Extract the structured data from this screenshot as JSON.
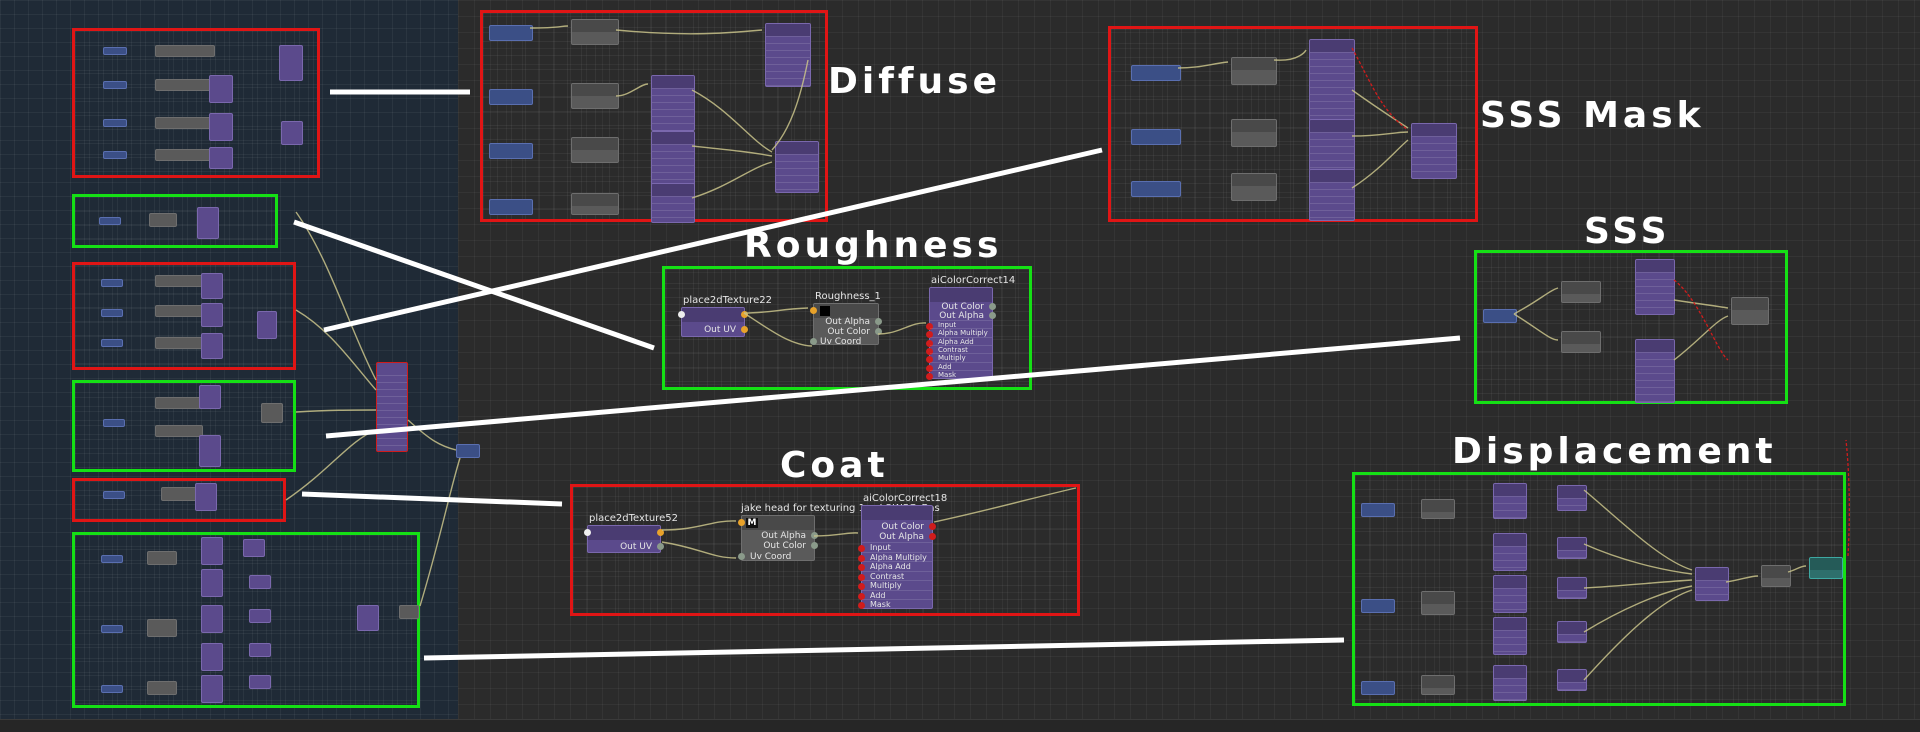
{
  "labels": {
    "diffuse": "Diffuse",
    "sss_mask": "SSS Mask",
    "roughness": "Roughness",
    "sss": "SSS",
    "coat": "Coat",
    "displacement": "Displacement"
  },
  "roughness_graph": {
    "place_node": "place2dTexture22",
    "place_out": "Out UV",
    "file_node": "Roughness_1",
    "file_out_alpha": "Out Alpha",
    "file_out_color": "Out Color",
    "file_uv": "Uv Coord",
    "cc_node": "aiColorCorrect14",
    "cc_out_color": "Out Color",
    "cc_out_alpha": "Out Alpha",
    "cc_inputs": [
      "Input",
      "Alpha Multiply",
      "Alpha Add",
      "Contrast",
      "Multiply",
      "Add",
      "Mask"
    ]
  },
  "coat_graph": {
    "place_node": "place2dTexture52",
    "place_out": "Out UV",
    "file_node": "jake head for texturing 1..._LOWSG_Bas",
    "file_badge": "M",
    "file_out_alpha": "Out Alpha",
    "file_out_color": "Out Color",
    "file_uv": "Uv Coord",
    "cc_node": "aiColorCorrect18",
    "cc_out_color": "Out Color",
    "cc_out_alpha": "Out Alpha",
    "cc_inputs": [
      "Input",
      "Alpha Multiply",
      "Alpha Add",
      "Contrast",
      "Multiply",
      "Add",
      "Mask"
    ]
  },
  "colors": {
    "red_frame": "#e01515",
    "green_frame": "#15e015",
    "node_purple": "#5b4a8c",
    "node_gray": "#5a5a5a",
    "port_out": "#e8a22a",
    "port_in": "#d01c1c",
    "wire": "#c9c38a"
  }
}
